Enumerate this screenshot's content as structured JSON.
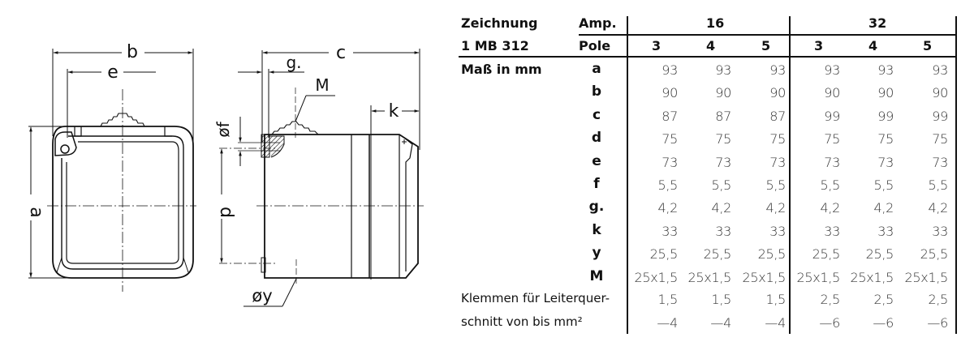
{
  "drawing": {
    "front_view": {
      "labels": {
        "b": "b",
        "e": "e",
        "a": "a"
      }
    },
    "side_view": {
      "labels": {
        "c": "c",
        "g": "g.",
        "M": "M",
        "k": "k",
        "f": "øf",
        "d": "d",
        "y": "øy"
      }
    }
  },
  "table": {
    "title_line1": "Zeichnung",
    "title_line2": "1 MB 312",
    "amp_label": "Amp.",
    "pole_label": "Pole",
    "measure_label": "Maß in mm",
    "amp_groups": [
      {
        "amp": "16",
        "poles": [
          "3",
          "4",
          "5"
        ]
      },
      {
        "amp": "32",
        "poles": [
          "3",
          "4",
          "5"
        ]
      }
    ],
    "rows": [
      {
        "dim": "a",
        "values": [
          "93",
          "93",
          "93",
          "93",
          "93",
          "93"
        ]
      },
      {
        "dim": "b",
        "values": [
          "90",
          "90",
          "90",
          "90",
          "90",
          "90"
        ]
      },
      {
        "dim": "c",
        "values": [
          "87",
          "87",
          "87",
          "99",
          "99",
          "99"
        ]
      },
      {
        "dim": "d",
        "values": [
          "75",
          "75",
          "75",
          "75",
          "75",
          "75"
        ]
      },
      {
        "dim": "e",
        "values": [
          "73",
          "73",
          "73",
          "73",
          "73",
          "73"
        ]
      },
      {
        "dim": "f",
        "values": [
          "5,5",
          "5,5",
          "5,5",
          "5,5",
          "5,5",
          "5,5"
        ]
      },
      {
        "dim": "g.",
        "values": [
          "4,2",
          "4,2",
          "4,2",
          "4,2",
          "4,2",
          "4,2"
        ]
      },
      {
        "dim": "k",
        "values": [
          "33",
          "33",
          "33",
          "33",
          "33",
          "33"
        ]
      },
      {
        "dim": "y",
        "values": [
          "25,5",
          "25,5",
          "25,5",
          "25,5",
          "25,5",
          "25,5"
        ]
      },
      {
        "dim": "M",
        "values": [
          "25x1,5",
          "25x1,5",
          "25x1,5",
          "25x1,5",
          "25x1,5",
          "25x1,5"
        ]
      }
    ],
    "terminals": {
      "label_line1": "Klemmen für Leiterquer-",
      "label_line2": "schnitt von bis mm²",
      "from": [
        "1,5",
        "1,5",
        "1,5",
        "2,5",
        "2,5",
        "2,5"
      ],
      "to": [
        "—4",
        "—4",
        "—4",
        "—6",
        "—6",
        "—6"
      ]
    }
  }
}
